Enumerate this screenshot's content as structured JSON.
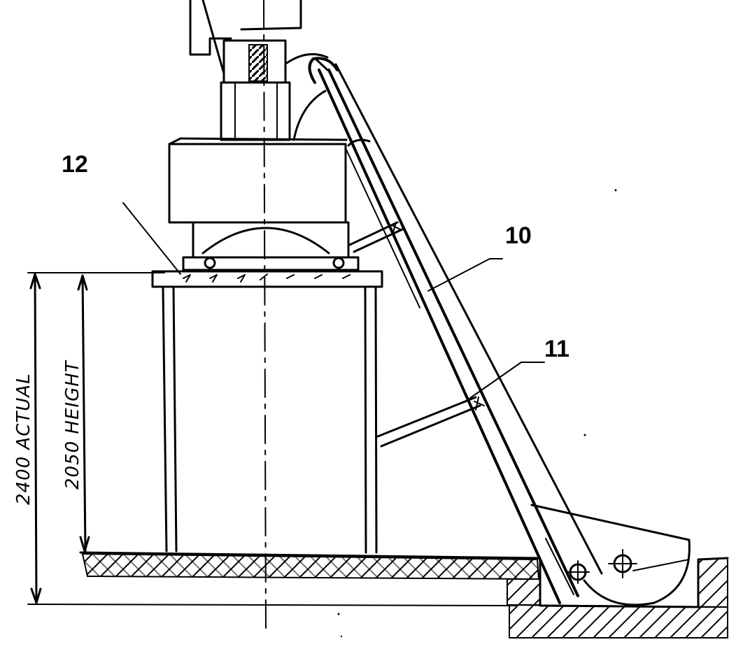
{
  "callouts": {
    "label_10": "10",
    "label_11": "11",
    "label_12": "12"
  },
  "dimensions": {
    "outer_height": "2400 ACTUAL",
    "inner_height": "2050 HEIGHT"
  },
  "colors": {
    "ink": "#000000",
    "paper": "#ffffff"
  }
}
